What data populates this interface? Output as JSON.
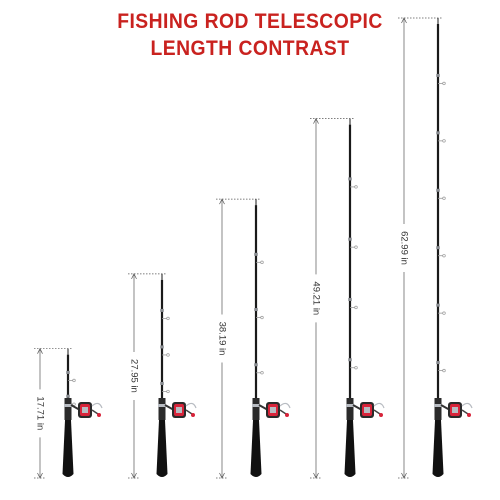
{
  "title": {
    "line1": "FISHING ROD TELESCOPIC",
    "line2": "LENGTH CONTRAST"
  },
  "colors": {
    "title": "#c9221f",
    "rod": "#1a1a1a",
    "handle": "#111111",
    "reel_accent": "#d7243a",
    "reel_metal": "#b8bcc2",
    "dimension_line": "#555555"
  },
  "rods": [
    {
      "label": "17.71 in",
      "length_in": 17.71
    },
    {
      "label": "27.95 in",
      "length_in": 27.95
    },
    {
      "label": "38.19 in",
      "length_in": 38.19
    },
    {
      "label": "49.21 in",
      "length_in": 49.21
    },
    {
      "label": "62.99 in",
      "length_in": 62.99
    }
  ]
}
